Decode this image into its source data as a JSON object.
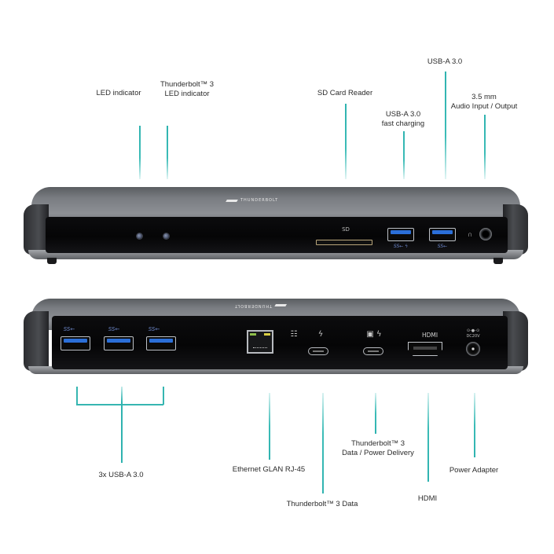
{
  "front_view": {
    "labels": [
      {
        "id": "led-indicator",
        "lines": [
          "LED indicator"
        ]
      },
      {
        "id": "tb3-led-indicator",
        "lines": [
          "Thunderbolt™ 3",
          "LED indicator"
        ]
      },
      {
        "id": "sd-card-reader",
        "lines": [
          "SD Card Reader"
        ]
      },
      {
        "id": "usb-a-fast-charging",
        "lines": [
          "USB-A 3.0",
          "fast charging"
        ]
      },
      {
        "id": "usb-a",
        "lines": [
          "USB-A 3.0"
        ]
      },
      {
        "id": "audio",
        "lines": [
          "3.5 mm",
          "Audio Input / Output"
        ]
      }
    ],
    "ports": {
      "sd_marking": "SD",
      "usb_logo_charging": "SS← ϟ",
      "usb_logo": "SS←",
      "audio_icon": "∩"
    },
    "brand_text": "THUNDERBOLT"
  },
  "rear_view": {
    "labels": [
      {
        "id": "usb-a-x3",
        "lines": [
          "3x USB-A 3.0"
        ]
      },
      {
        "id": "ethernet",
        "lines": [
          "Ethernet GLAN RJ-45"
        ]
      },
      {
        "id": "tb3-data",
        "lines": [
          "Thunderbolt™ 3 Data"
        ]
      },
      {
        "id": "tb3-data-pd",
        "lines": [
          "Thunderbolt™ 3",
          "Data / Power Delivery"
        ]
      },
      {
        "id": "hdmi",
        "lines": [
          "HDMI"
        ]
      },
      {
        "id": "power-adapter",
        "lines": [
          "Power Adapter"
        ]
      }
    ],
    "ports": {
      "usb_logo": "SS←",
      "network_icon": "☷",
      "tb_icon": "ϟ",
      "tb_pd_icon": "▣ ϟ",
      "hdmi_marking": "HDMI",
      "dc_polarity": "⊙-●-⊙",
      "dc_rating": "DC20V"
    }
  },
  "colors": {
    "callout_line": "#36b6b1",
    "usb_blue": "#2b6fd8",
    "device_gray": "#7a7d82",
    "device_face": "#050506"
  }
}
